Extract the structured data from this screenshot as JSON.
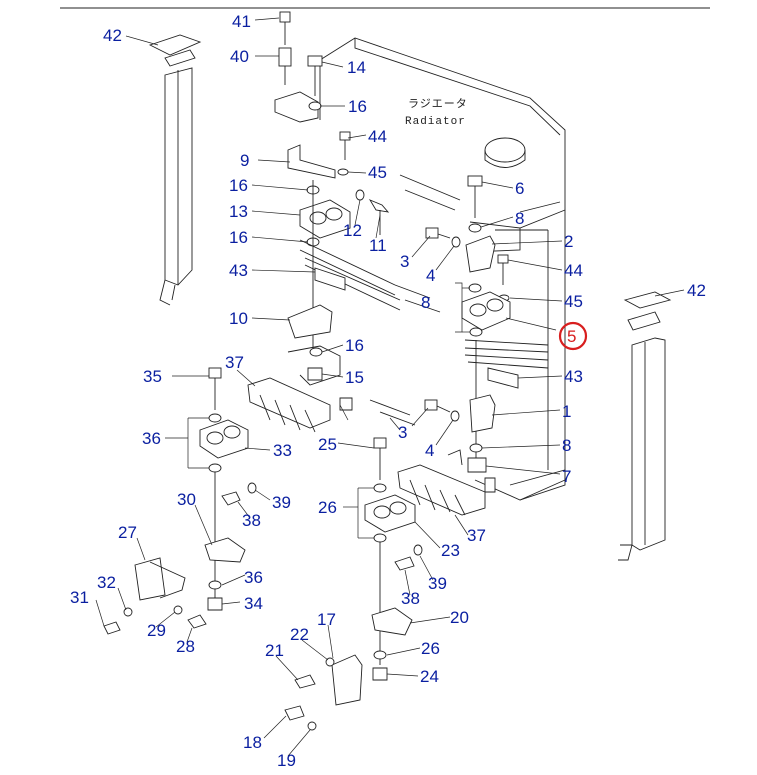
{
  "diagram": {
    "label_jp": "ラジエータ",
    "label_en": "Radiator",
    "highlighted_part": "5",
    "highlight_color": "#d81e1e",
    "label_color": "#0a1fa0",
    "part_numbers": [
      "1",
      "2",
      "3",
      "4",
      "5",
      "6",
      "7",
      "8",
      "9",
      "10",
      "11",
      "12",
      "13",
      "14",
      "15",
      "16",
      "17",
      "18",
      "19",
      "20",
      "21",
      "22",
      "23",
      "24",
      "25",
      "26",
      "27",
      "28",
      "29",
      "30",
      "31",
      "32",
      "33",
      "34",
      "35",
      "36",
      "37",
      "38",
      "39",
      "40",
      "41",
      "42",
      "43",
      "44",
      "45"
    ]
  }
}
